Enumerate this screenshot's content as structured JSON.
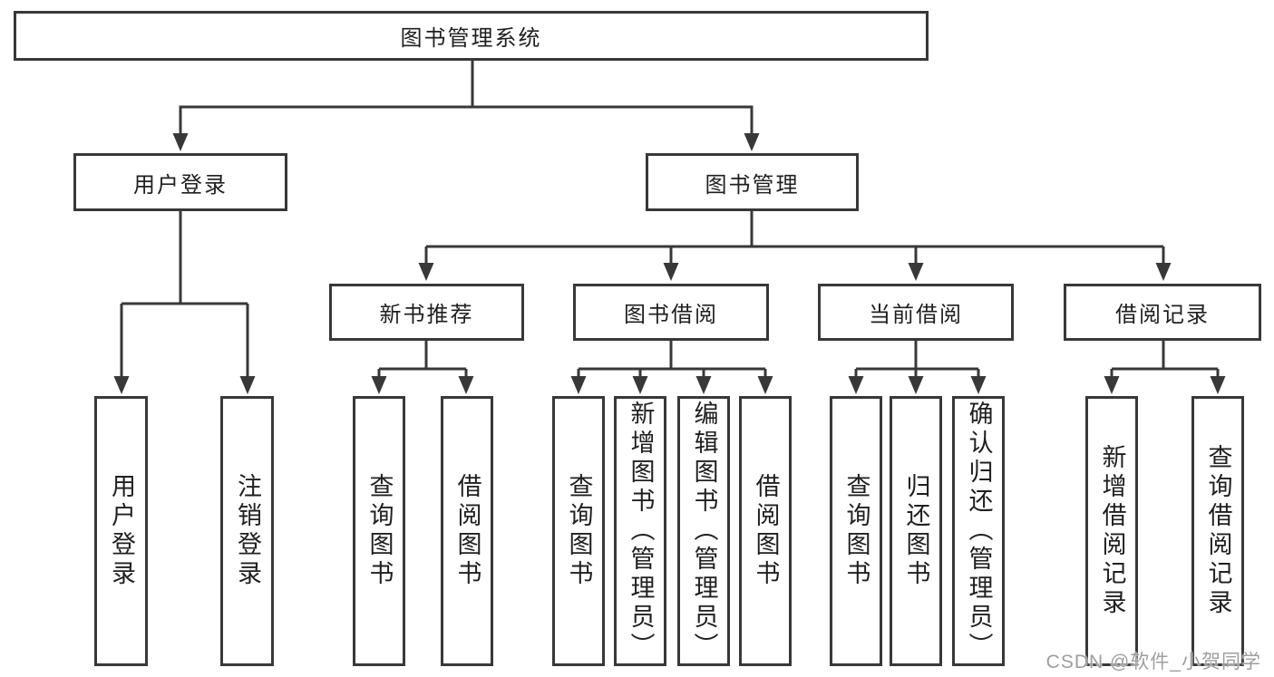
{
  "tree": {
    "root": {
      "label": "图书管理系统",
      "children": [
        {
          "label": "用户登录",
          "children": [
            {
              "label": "用户登录"
            },
            {
              "label": "注销登录"
            }
          ]
        },
        {
          "label": "图书管理",
          "children": [
            {
              "label": "新书推荐",
              "children": [
                {
                  "label": "查询图书"
                },
                {
                  "label": "借阅图书"
                }
              ]
            },
            {
              "label": "图书借阅",
              "children": [
                {
                  "label": "查询图书"
                },
                {
                  "label": "新增图书（管理员）"
                },
                {
                  "label": "编辑图书（管理员）"
                },
                {
                  "label": "借阅图书"
                }
              ]
            },
            {
              "label": "当前借阅",
              "children": [
                {
                  "label": "查询图书"
                },
                {
                  "label": "归还图书"
                },
                {
                  "label": "确认归还（管理员）"
                }
              ]
            },
            {
              "label": "借阅记录",
              "children": [
                {
                  "label": "新增借阅记录"
                },
                {
                  "label": "查询借阅记录"
                }
              ]
            }
          ]
        }
      ]
    }
  },
  "watermark": {
    "text": "CSDN @软件_小贺同学"
  },
  "colors": {
    "line": "#383838",
    "box_border": "#383838",
    "text": "#1f1f1f",
    "watermark": "#9e9e9e",
    "background": "#ffffff"
  }
}
